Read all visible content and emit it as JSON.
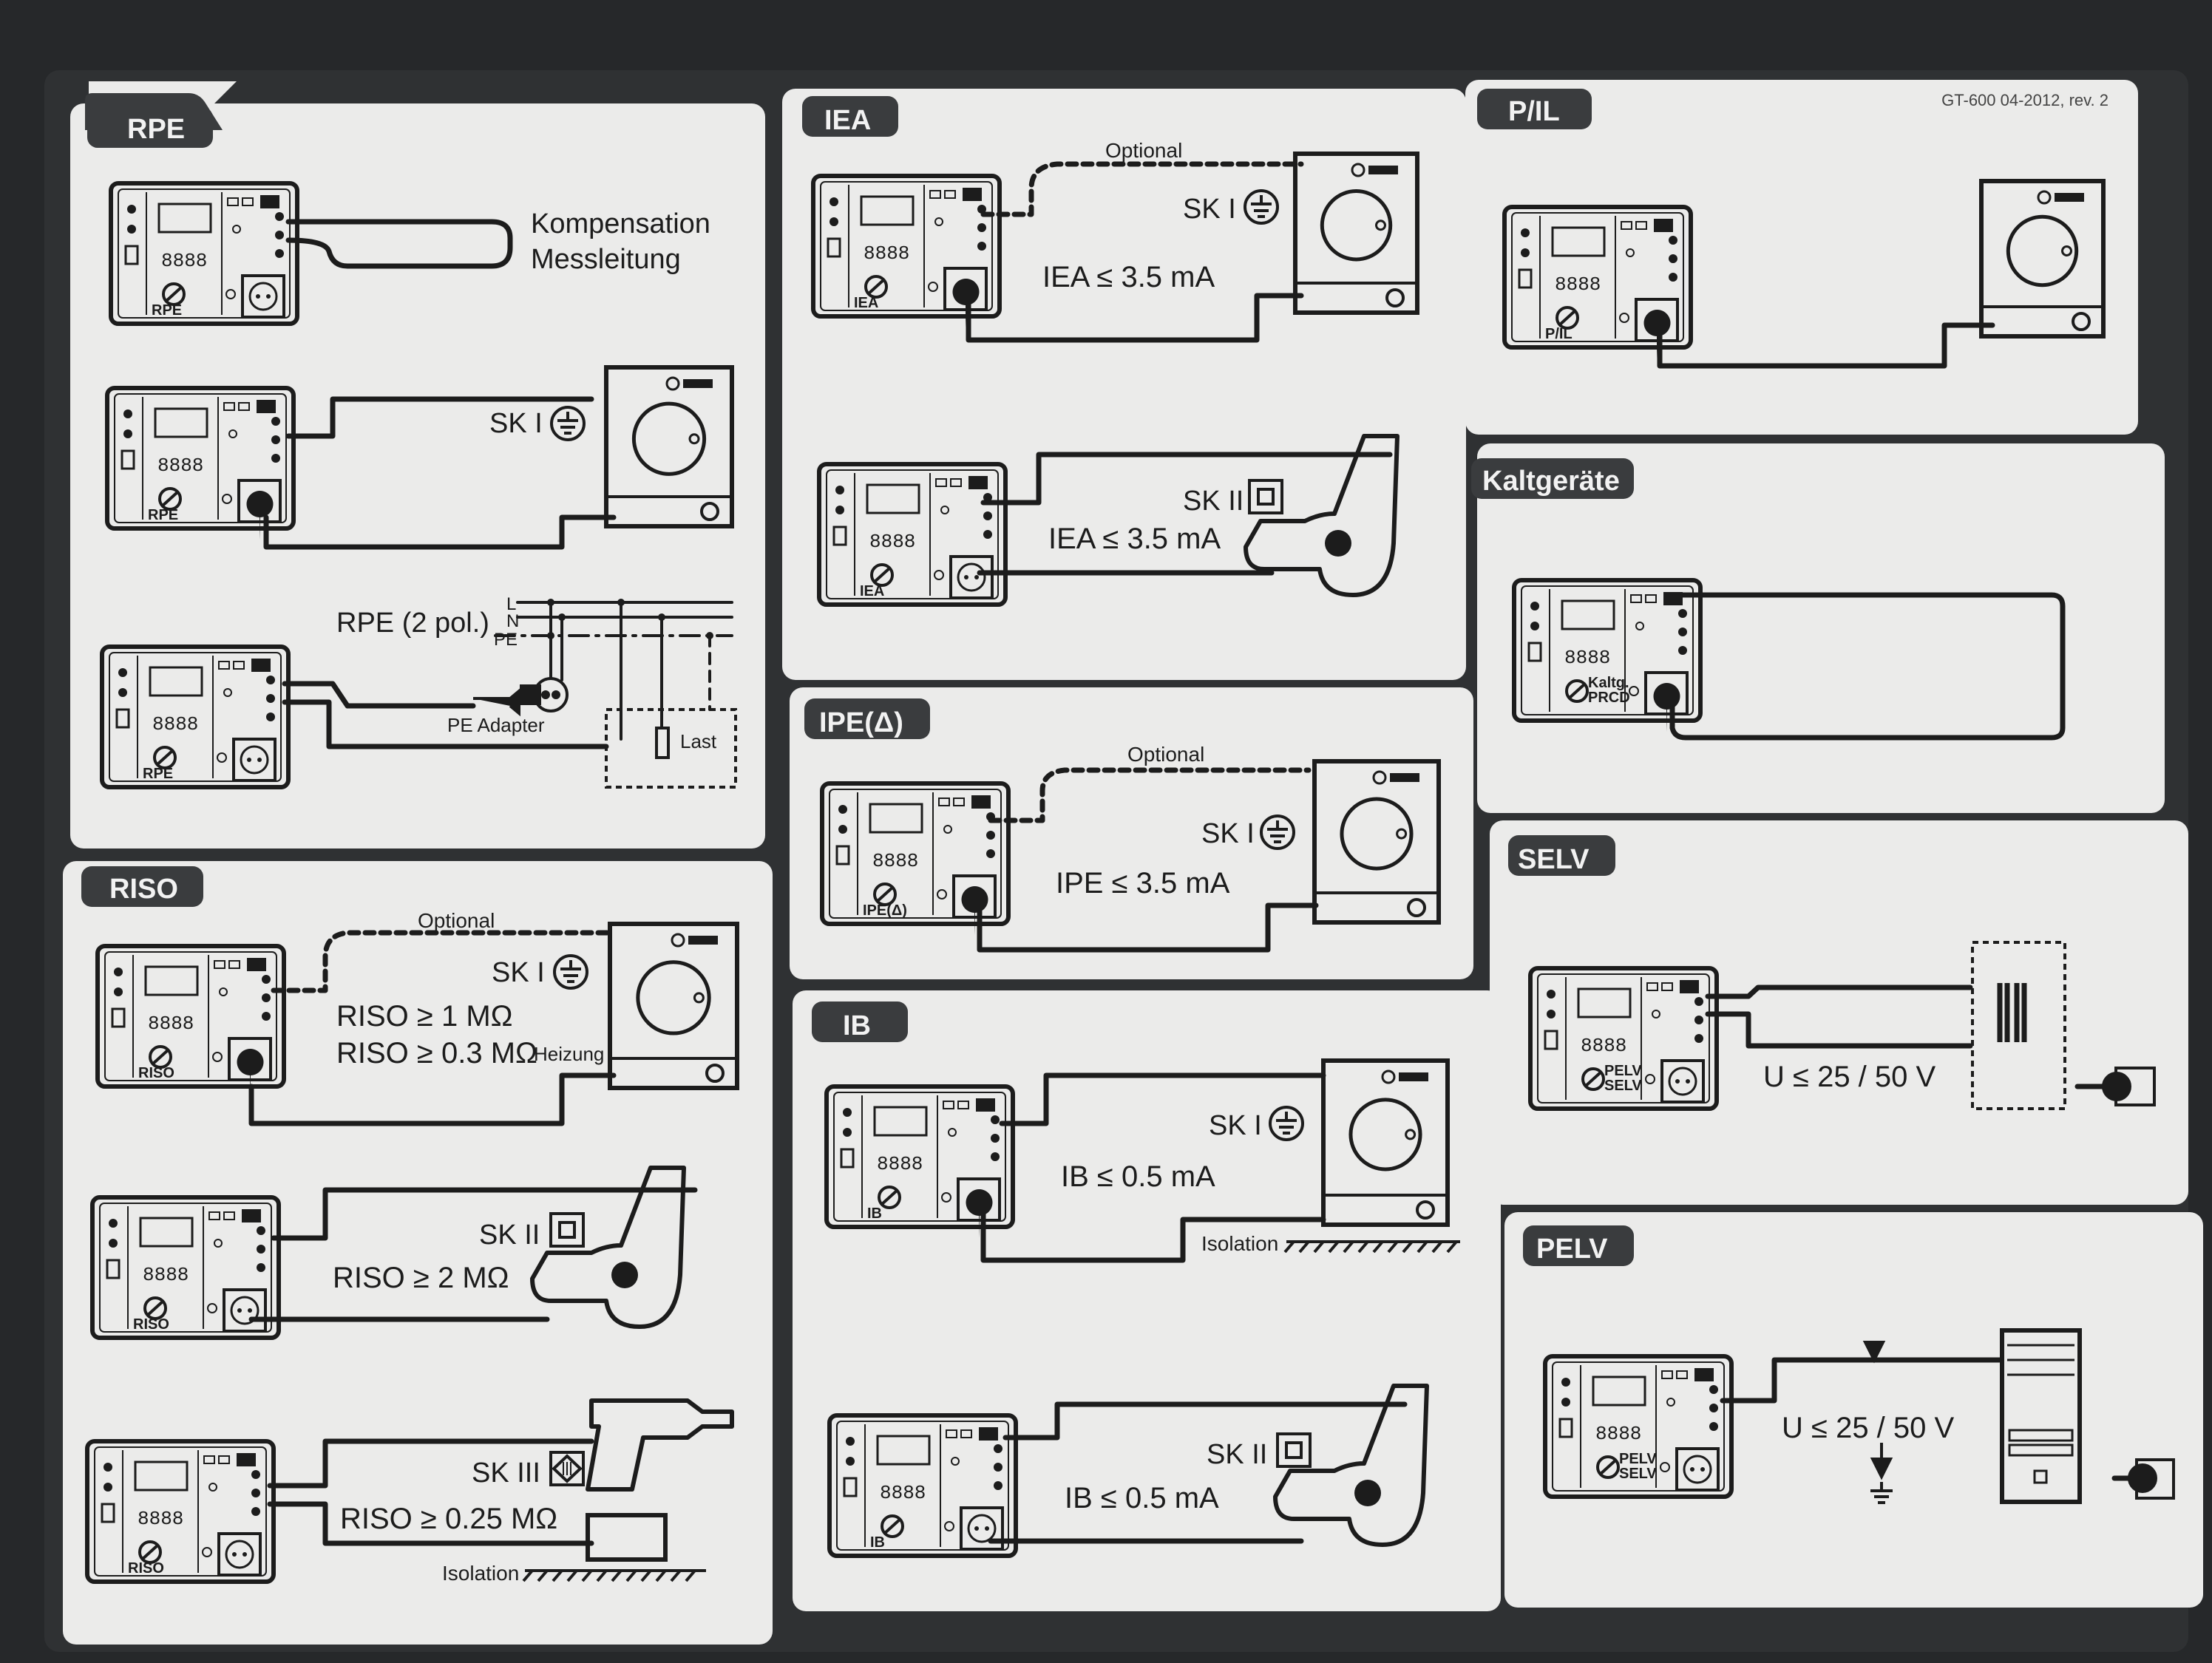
{
  "header": {
    "revision": "GT-600  04-2012, rev. 2"
  },
  "icons": {
    "class1": "ground-symbol-icon",
    "class2": "double-square-icon",
    "class3": "diamond-roman-three-icon"
  },
  "colors": {
    "background": "#26282a",
    "card": "#ebebea",
    "ink": "#1c1c1c",
    "tab": "#3a3c3e"
  },
  "labels": {
    "kompensation": "Kompensation",
    "messleitung": "Messleitung",
    "rpe_2pol": "RPE (2 pol.)",
    "pe_adapter": "PE Adapter",
    "last": "Last",
    "L": "L",
    "N": "N",
    "PE": "PE",
    "optional": "Optional",
    "heizung": "Heizung",
    "isolation": "Isolation",
    "sk1": "SK I",
    "sk2": "SK II",
    "sk3": "SK III",
    "iea_limit": "IEA ≤ 3.5 mA",
    "ipe_limit": "IPE ≤ 3.5 mA",
    "ib_limit": "IB ≤ 0.5 mA",
    "riso_1": "RISO ≥ 1 MΩ",
    "riso_03": "RISO ≥ 0.3 MΩ",
    "riso_2": "RISO ≥ 2 MΩ",
    "riso_025": "RISO ≥ 0.25 MΩ",
    "u_limit": "U ≤ 25 / 50 V"
  },
  "panels": [
    {
      "id": "rpe",
      "title": "RPE"
    },
    {
      "id": "riso",
      "title": "RISO"
    },
    {
      "id": "iea",
      "title": "IEA"
    },
    {
      "id": "ipe",
      "title": "IPE(Δ)"
    },
    {
      "id": "ib",
      "title": "IB"
    },
    {
      "id": "pil",
      "title": "P/IL"
    },
    {
      "id": "kaltgeraete",
      "title": "Kaltgeräte"
    },
    {
      "id": "selv",
      "title": "SELV"
    },
    {
      "id": "pelv",
      "title": "PELV"
    }
  ],
  "testers": [
    {
      "label": "RPE"
    },
    {
      "label": "RPE"
    },
    {
      "label": "RPE"
    },
    {
      "label": "RISO"
    },
    {
      "label": "RISO"
    },
    {
      "label": "RISO"
    },
    {
      "label": "IEA"
    },
    {
      "label": "IEA"
    },
    {
      "label": "IPE(Δ)"
    },
    {
      "label": "IB"
    },
    {
      "label": "IB"
    },
    {
      "label": "P/IL"
    },
    {
      "label": "Kaltg.",
      "label2": "PRCD"
    },
    {
      "label": "PELV",
      "label2": "SELV"
    },
    {
      "label": "PELV",
      "label2": "SELV"
    }
  ],
  "display_digits": "8888"
}
